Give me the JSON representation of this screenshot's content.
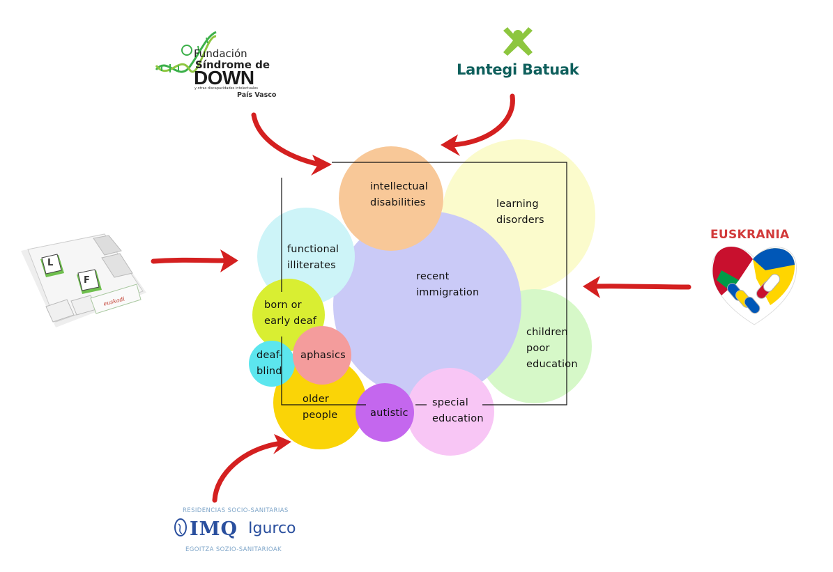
{
  "diagram": {
    "circles": [
      {
        "id": "learning",
        "lines": [
          "learning",
          "disorders"
        ],
        "color": "#fbfbcc"
      },
      {
        "id": "children",
        "lines": [
          "children",
          "poor",
          "education"
        ],
        "color": "#d6f8c8"
      },
      {
        "id": "recent",
        "lines": [
          "recent",
          "immigration"
        ],
        "color": "#cacaf7"
      },
      {
        "id": "functional",
        "lines": [
          "functional",
          "illiterates"
        ],
        "color": "#cdf4f8"
      },
      {
        "id": "intellectual",
        "lines": [
          "intellectual",
          "disabilities"
        ],
        "color": "#f8c898"
      },
      {
        "id": "special",
        "lines": [
          "special",
          "education"
        ],
        "color": "#f8c6f5"
      },
      {
        "id": "born",
        "lines": [
          "born or",
          "early deaf"
        ],
        "color": "#d9ee32"
      },
      {
        "id": "older",
        "lines": [
          "older",
          "people"
        ],
        "color": "#fad407"
      },
      {
        "id": "deafblind",
        "lines": [
          "deaf-",
          "blind"
        ],
        "color": "#5ce6ee"
      },
      {
        "id": "aphasics",
        "lines": [
          "aphasics"
        ],
        "color": "#f49c9c"
      },
      {
        "id": "autistic",
        "lines": [
          "autistic"
        ],
        "color": "#c467ee"
      }
    ]
  },
  "logos": {
    "fundacion": {
      "line1": "Fundación",
      "line2": "Síndrome de",
      "line3": "DOWN",
      "line4": "y otras discapacidades intelectuales",
      "line5": "País Vasco",
      "icon": "dna-icon"
    },
    "lantegi": {
      "name": "Lantegi Batuak",
      "icon": "person-icon",
      "color": "#8dc63f"
    },
    "euskrania": {
      "name": "EUSKRANIA",
      "icon": "heart-handshake-icon"
    },
    "imq": {
      "top": "RESIDENCIAS SOCIO-SANITARIAS",
      "main": "IMQ",
      "sub": "Igurco",
      "bottom": "EGOITZA SOZIO-SANITARIOAK"
    },
    "lf": {
      "key1": "L",
      "key2": "F",
      "tag": "euskadi"
    }
  },
  "colors": {
    "arrow": "#d42020",
    "frame": "#111111"
  }
}
